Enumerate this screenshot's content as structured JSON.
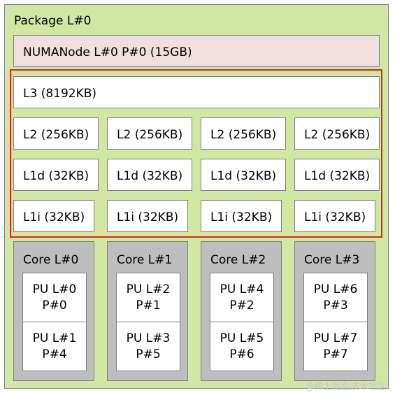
{
  "package": {
    "label": "Package L#0"
  },
  "numa": {
    "label": "NUMANode L#0 P#0 (15GB)"
  },
  "l3": {
    "label": "L3 (8192KB)"
  },
  "l2": [
    "L2 (256KB)",
    "L2 (256KB)",
    "L2 (256KB)",
    "L2 (256KB)"
  ],
  "l1d": [
    "L1d (32KB)",
    "L1d (32KB)",
    "L1d (32KB)",
    "L1d (32KB)"
  ],
  "l1i": [
    "L1i (32KB)",
    "L1i (32KB)",
    "L1i (32KB)",
    "L1i (32KB)"
  ],
  "cores": [
    {
      "label": "Core L#0",
      "pus": [
        {
          "l": "PU L#0",
          "p": "P#0"
        },
        {
          "l": "PU L#1",
          "p": "P#4"
        }
      ]
    },
    {
      "label": "Core L#1",
      "pus": [
        {
          "l": "PU L#2",
          "p": "P#1"
        },
        {
          "l": "PU L#3",
          "p": "P#5"
        }
      ]
    },
    {
      "label": "Core L#2",
      "pus": [
        {
          "l": "PU L#4",
          "p": "P#2"
        },
        {
          "l": "PU L#5",
          "p": "P#6"
        }
      ]
    },
    {
      "label": "Core L#3",
      "pus": [
        {
          "l": "PU L#6",
          "p": "P#3"
        },
        {
          "l": "PU L#7",
          "p": "P#7"
        }
      ]
    }
  ],
  "colors": {
    "package": "#d2e7a4",
    "numa": "#efdfde",
    "cache": "#ffffff",
    "core": "#bebebe",
    "pu": "#ffffff",
    "highlight": "#e8201c"
  },
  "watermark": "@稀土掘金技术社区"
}
